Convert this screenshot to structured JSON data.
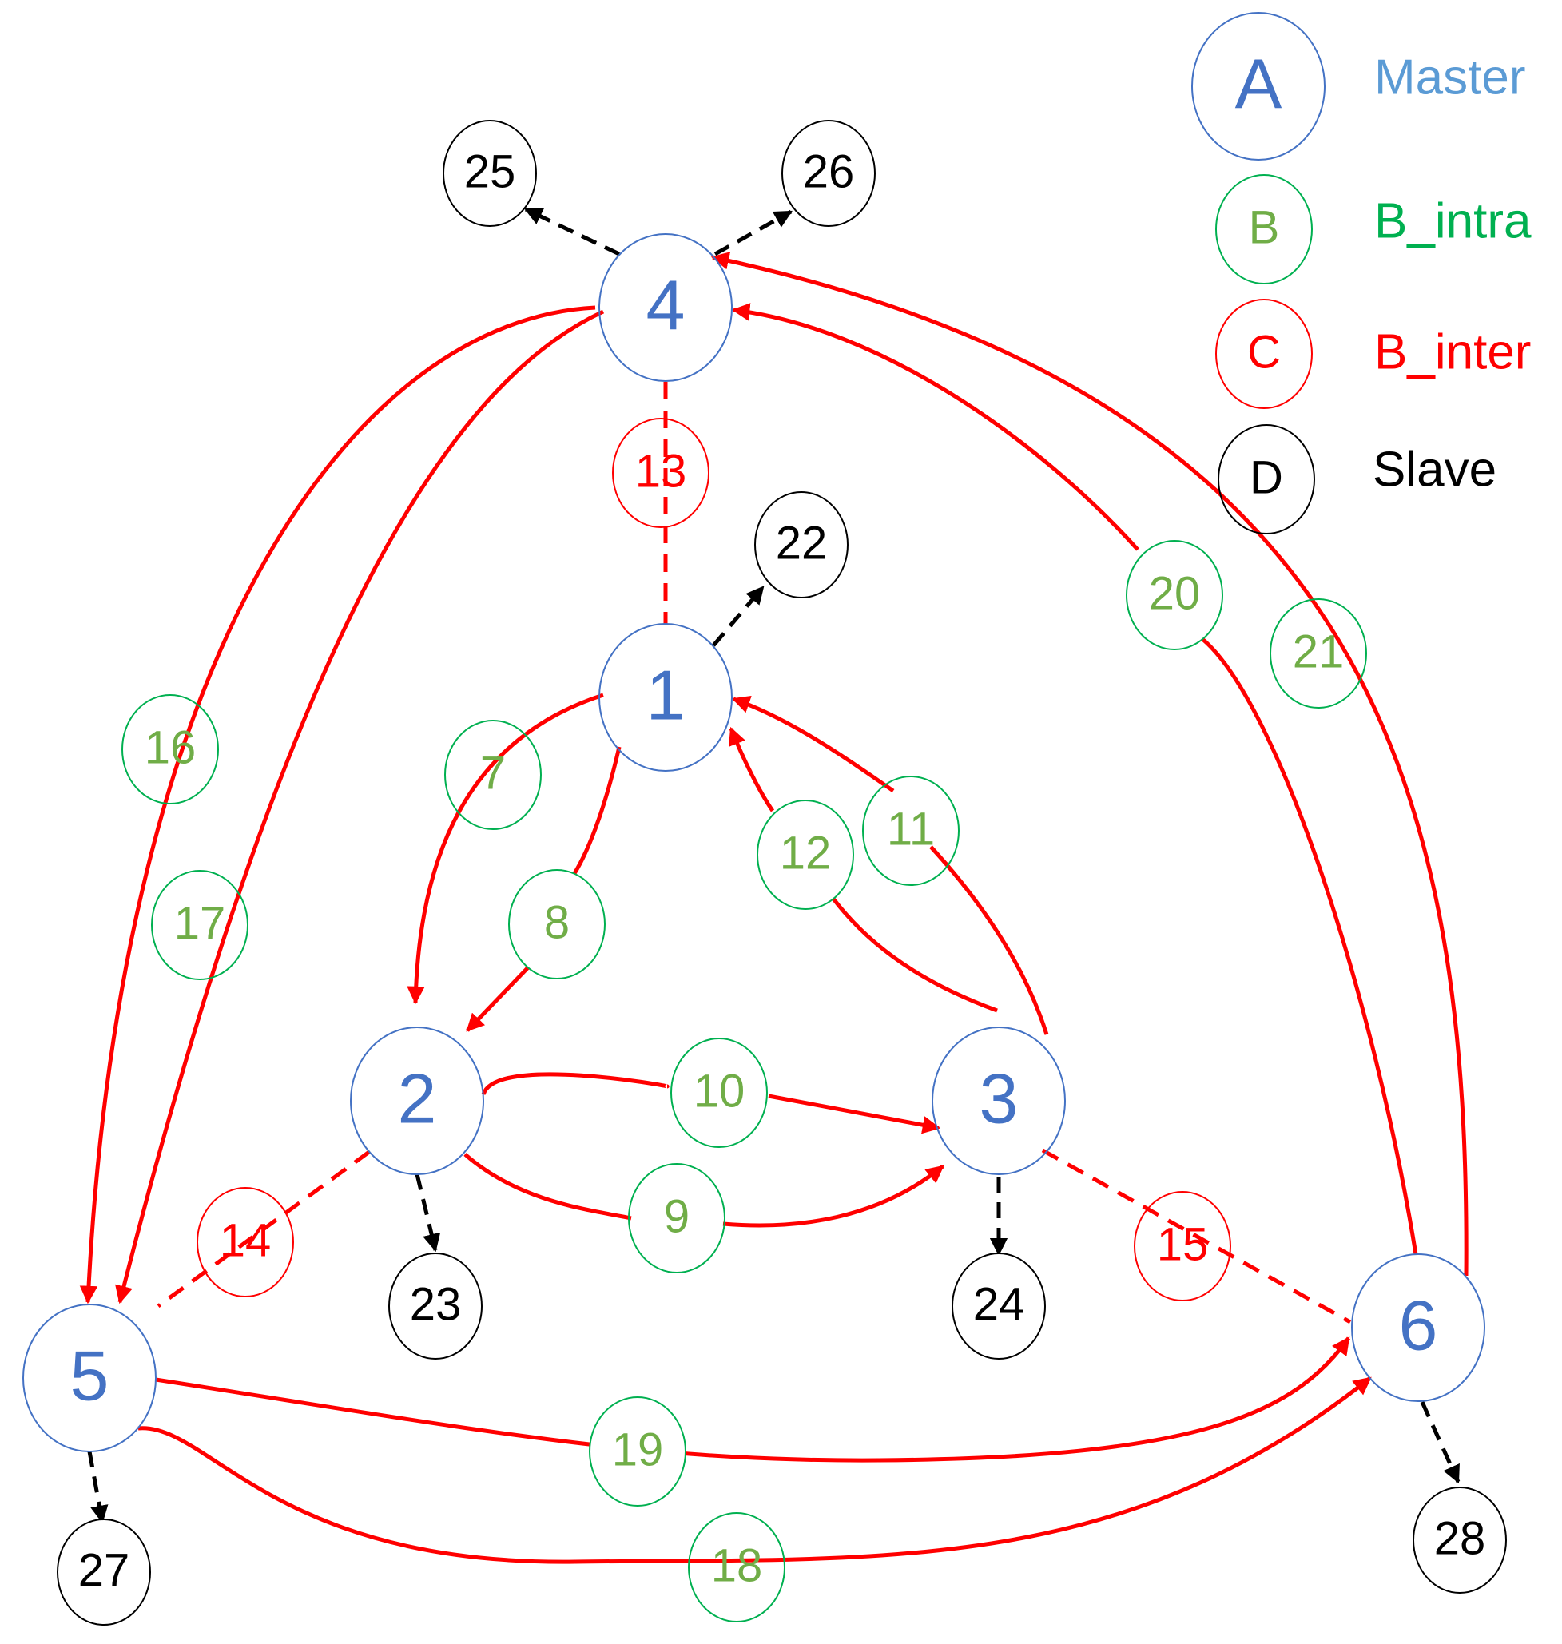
{
  "colors": {
    "master": "#4472C4",
    "master_label": "#5B9BD5",
    "intra": "#70AD47",
    "intra_label": "#00B050",
    "inter": "#FF0000",
    "slave": "#000000",
    "edge": "#FF0000",
    "slave_edge": "#000000"
  },
  "legend": [
    {
      "symbol": "A",
      "label": "Master",
      "kind": "master"
    },
    {
      "symbol": "B",
      "label": "B_intra",
      "kind": "intra"
    },
    {
      "symbol": "C",
      "label": "B_inter",
      "kind": "inter"
    },
    {
      "symbol": "D",
      "label": "Slave",
      "kind": "slave"
    }
  ],
  "nodes": {
    "masters": [
      "1",
      "2",
      "3",
      "4",
      "5",
      "6"
    ],
    "slaves": [
      "22",
      "23",
      "24",
      "25",
      "26",
      "27",
      "28"
    ],
    "intra_links": [
      "7",
      "8",
      "9",
      "10",
      "11",
      "12",
      "16",
      "17",
      "18",
      "19",
      "20",
      "21"
    ],
    "inter_links": [
      "13",
      "14",
      "15"
    ]
  },
  "edges": [
    {
      "link": "7",
      "from": "1",
      "to": "2",
      "style": "solid"
    },
    {
      "link": "8",
      "from": "1",
      "to": "2",
      "style": "solid"
    },
    {
      "link": "9",
      "from": "2",
      "to": "3",
      "style": "solid"
    },
    {
      "link": "10",
      "from": "2",
      "to": "3",
      "style": "solid"
    },
    {
      "link": "11",
      "from": "3",
      "to": "1",
      "style": "solid"
    },
    {
      "link": "12",
      "from": "3",
      "to": "1",
      "style": "solid"
    },
    {
      "link": "13",
      "from": "1",
      "to": "4",
      "style": "dashed"
    },
    {
      "link": "14",
      "from": "2",
      "to": "5",
      "style": "dashed"
    },
    {
      "link": "15",
      "from": "3",
      "to": "6",
      "style": "dashed"
    },
    {
      "link": "16",
      "from": "4",
      "to": "5",
      "style": "solid"
    },
    {
      "link": "17",
      "from": "4",
      "to": "5",
      "style": "solid"
    },
    {
      "link": "18",
      "from": "5",
      "to": "6",
      "style": "solid"
    },
    {
      "link": "19",
      "from": "5",
      "to": "6",
      "style": "solid"
    },
    {
      "link": "20",
      "from": "6",
      "to": "4",
      "style": "solid"
    },
    {
      "link": "21",
      "from": "6",
      "to": "4",
      "style": "solid"
    },
    {
      "from": "1",
      "to": "22",
      "style": "dashed"
    },
    {
      "from": "2",
      "to": "23",
      "style": "dashed"
    },
    {
      "from": "3",
      "to": "24",
      "style": "dashed"
    },
    {
      "from": "4",
      "to": "25",
      "style": "dashed"
    },
    {
      "from": "4",
      "to": "26",
      "style": "dashed"
    },
    {
      "from": "5",
      "to": "27",
      "style": "dashed"
    },
    {
      "from": "6",
      "to": "28",
      "style": "dashed"
    }
  ]
}
